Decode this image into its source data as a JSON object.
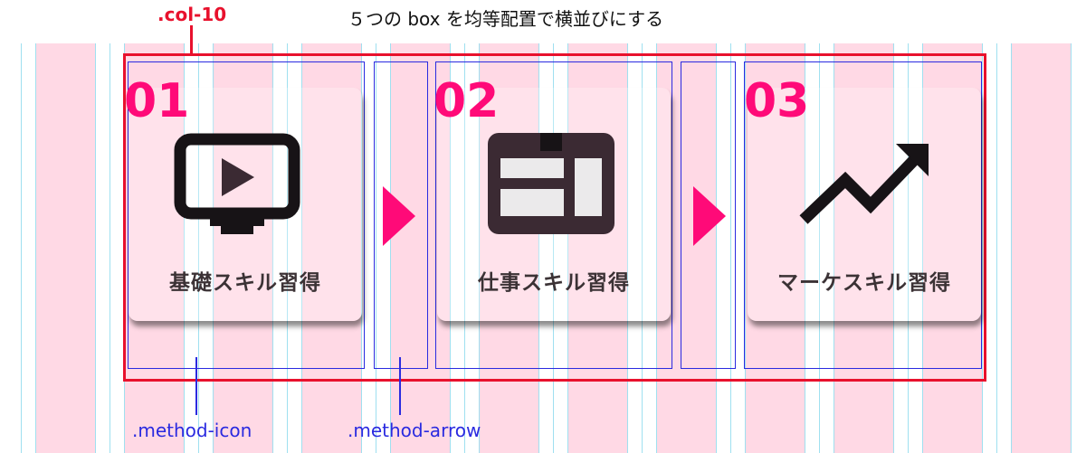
{
  "title": "５つの box を均等配置で横並びにする",
  "container_label": ".col-10",
  "cards": [
    {
      "number": "01",
      "label": "基礎スキル習得",
      "icon": "tv-play-icon"
    },
    {
      "number": "02",
      "label": "仕事スキル習得",
      "icon": "layout-panel-icon"
    },
    {
      "number": "03",
      "label": "マーケスキル習得",
      "icon": "trend-up-arrow-icon"
    }
  ],
  "arrow_icon": "triangle-right-icon",
  "annotations": {
    "icon_class": ".method-icon",
    "arrow_class": ".method-arrow"
  },
  "colors": {
    "accent_red": "#e8112d",
    "number_pink": "#ff0a78",
    "outline_blue": "#2a2ae0",
    "grid_band": "#ffd9e5",
    "grid_line": "#9fe0f0",
    "icon_dark": "#3b2a33"
  }
}
